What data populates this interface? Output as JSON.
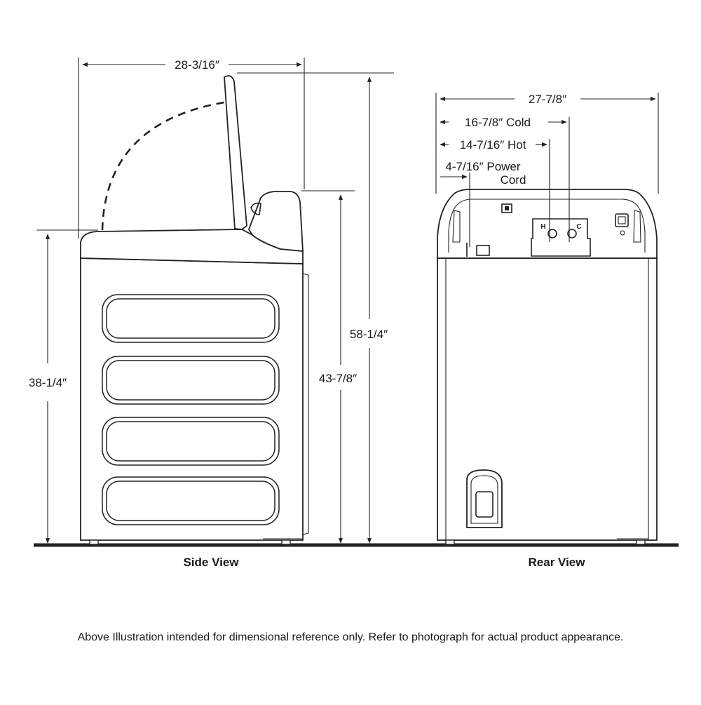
{
  "side_view": {
    "label": "Side View",
    "depth_lid_open": "28-3/16″",
    "height_cabinet": "38-1/4″",
    "height_console": "43-7/8″",
    "height_lid_open": "58-1/4″"
  },
  "rear_view": {
    "label": "Rear View",
    "width": "27-7/8″",
    "cold_inlet": "16-7/8″ Cold",
    "hot_inlet": "14-7/16″ Hot",
    "power_cord_line1": "4-7/16″ Power",
    "power_cord_line2": "Cord",
    "hot_marker": "H",
    "cold_marker": "C"
  },
  "footnote": "Above Illustration intended for dimensional reference only. Refer to photograph for actual product appearance."
}
